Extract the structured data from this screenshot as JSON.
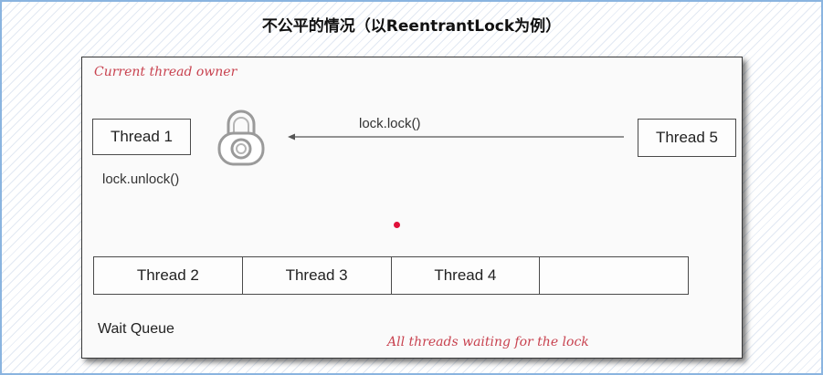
{
  "title": "不公平的情况（以ReentrantLock为例）",
  "diagram": {
    "owner_label": "Current thread owner",
    "owner_thread": "Thread 1",
    "unlock_call": "lock.unlock()",
    "lock_call": "lock.lock()",
    "incoming_thread": "Thread 5",
    "queue_slots": [
      "Thread 2",
      "Thread 3",
      "Thread 4",
      ""
    ],
    "queue_title": "Wait Queue",
    "waiting_label": "All threads waiting for the lock",
    "colors": {
      "annotation": "#c8424f",
      "dot": "#e0103a",
      "border": "#8ab4e0"
    },
    "icons": [
      "padlock-icon",
      "arrow-left-icon"
    ]
  }
}
